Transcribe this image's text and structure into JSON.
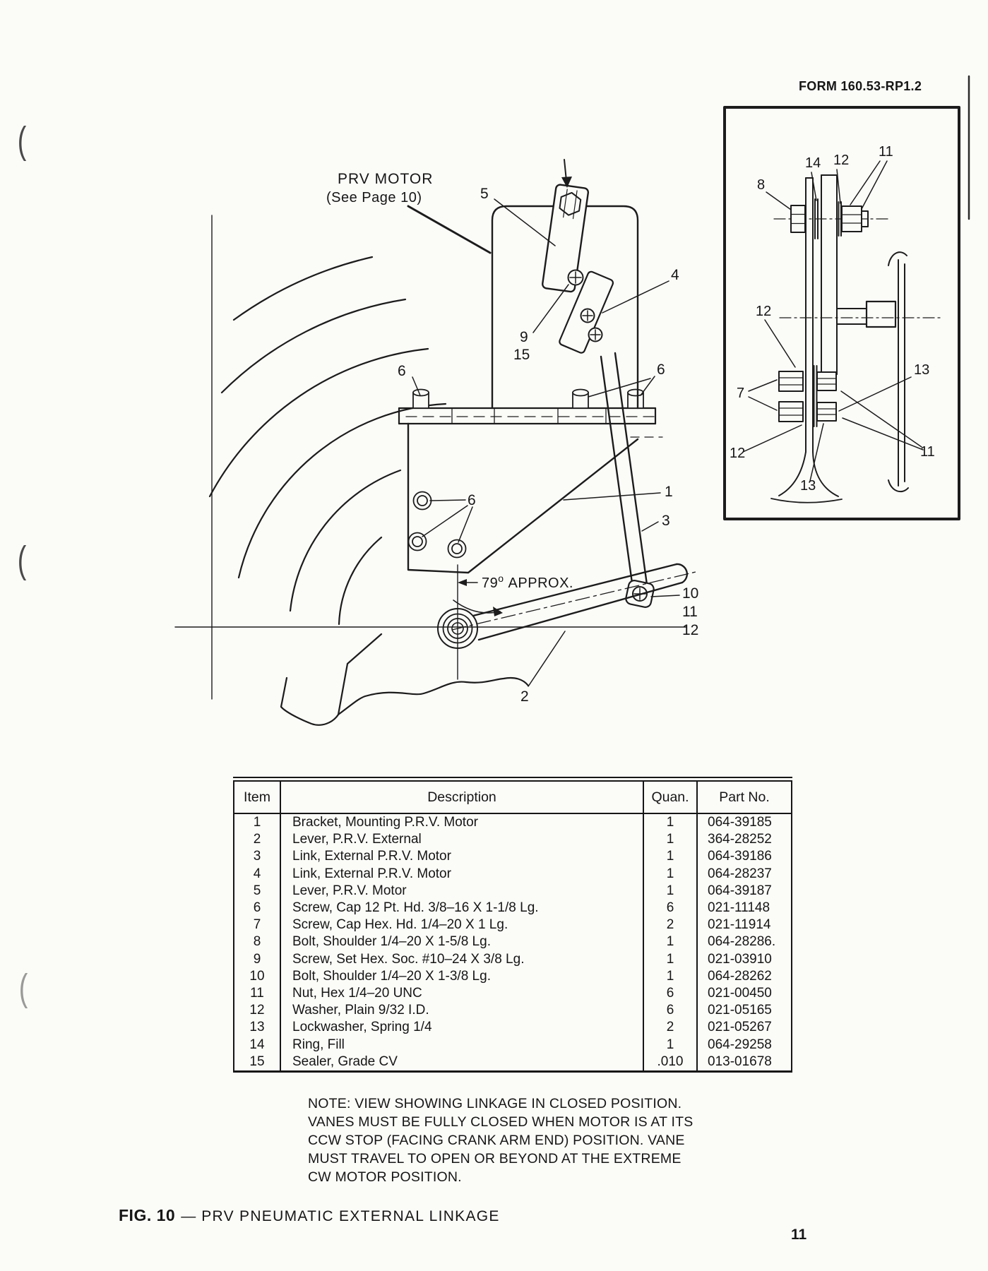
{
  "page": {
    "form_number": "FORM 160.53-RP1.2",
    "page_number": "11"
  },
  "figure": {
    "motor_label_line1": "PRV MOTOR",
    "motor_label_line2": "(See Page 10)",
    "angle": {
      "value": "79",
      "sup": "o",
      "suffix": "APPROX."
    },
    "caption": {
      "prefix": "FIG. 10",
      "dash": "—",
      "title": "PRV PNEUMATIC EXTERNAL LINKAGE"
    },
    "main_callouts": [
      {
        "id": "5",
        "text": "5"
      },
      {
        "id": "4",
        "text": "4"
      },
      {
        "id": "9",
        "text": "9"
      },
      {
        "id": "15",
        "text": "15"
      },
      {
        "id": "6-left",
        "text": "6"
      },
      {
        "id": "6-right",
        "text": "6"
      },
      {
        "id": "6-mid",
        "text": "6"
      },
      {
        "id": "1",
        "text": "1"
      },
      {
        "id": "3",
        "text": "3"
      },
      {
        "id": "10",
        "text": "10"
      },
      {
        "id": "11",
        "text": "11"
      },
      {
        "id": "12",
        "text": "12"
      },
      {
        "id": "2",
        "text": "2"
      }
    ],
    "inset_callouts": [
      {
        "id": "8",
        "text": "8"
      },
      {
        "id": "14",
        "text": "14"
      },
      {
        "id": "12-top",
        "text": "12"
      },
      {
        "id": "11-top",
        "text": "11"
      },
      {
        "id": "12-mid",
        "text": "12"
      },
      {
        "id": "7",
        "text": "7"
      },
      {
        "id": "13-right",
        "text": "13"
      },
      {
        "id": "12-bottom",
        "text": "12"
      },
      {
        "id": "13-bottom",
        "text": "13"
      },
      {
        "id": "11-bottom",
        "text": "11"
      }
    ]
  },
  "table": {
    "headers": [
      "Item",
      "Description",
      "Quan.",
      "Part No."
    ],
    "rows": [
      {
        "item": "1",
        "description": "Bracket, Mounting P.R.V. Motor",
        "quan": "1",
        "part_no": "064-39185"
      },
      {
        "item": "2",
        "description": "Lever, P.R.V. External",
        "quan": "1",
        "part_no": "364-28252"
      },
      {
        "item": "3",
        "description": "Link, External P.R.V. Motor",
        "quan": "1",
        "part_no": "064-39186"
      },
      {
        "item": "4",
        "description": "Link, External P.R.V. Motor",
        "quan": "1",
        "part_no": "064-28237"
      },
      {
        "item": "5",
        "description": "Lever, P.R.V. Motor",
        "quan": "1",
        "part_no": "064-39187"
      },
      {
        "item": "6",
        "description": "Screw, Cap 12 Pt. Hd. 3/8–16 X 1-1/8 Lg.",
        "quan": "6",
        "part_no": "021-11148"
      },
      {
        "item": "7",
        "description": "Screw, Cap Hex. Hd. 1/4–20 X 1 Lg.",
        "quan": "2",
        "part_no": "021-11914"
      },
      {
        "item": "8",
        "description": "Bolt, Shoulder 1/4–20 X 1-5/8 Lg.",
        "quan": "1",
        "part_no": "064-28286."
      },
      {
        "item": "9",
        "description": "Screw, Set Hex. Soc. #10–24 X 3/8 Lg.",
        "quan": "1",
        "part_no": "021-03910"
      },
      {
        "item": "10",
        "description": "Bolt, Shoulder 1/4–20 X 1-3/8 Lg.",
        "quan": "1",
        "part_no": "064-28262"
      },
      {
        "item": "11",
        "description": "Nut, Hex 1/4–20 UNC",
        "quan": "6",
        "part_no": "021-00450"
      },
      {
        "item": "12",
        "description": "Washer, Plain 9/32 I.D.",
        "quan": "6",
        "part_no": "021-05165"
      },
      {
        "item": "13",
        "description": "Lockwasher, Spring 1/4",
        "quan": "2",
        "part_no": "021-05267"
      },
      {
        "item": "14",
        "description": "Ring, Fill",
        "quan": "1",
        "part_no": "064-29258"
      },
      {
        "item": "15",
        "description": "Sealer, Grade CV",
        "quan": ".010",
        "part_no": "013-01678"
      }
    ]
  },
  "note": {
    "lines": [
      "NOTE: VIEW SHOWING LINKAGE IN CLOSED POSITION.",
      "VANES MUST BE FULLY CLOSED WHEN MOTOR IS AT ITS",
      "CCW STOP (FACING CRANK ARM END) POSITION. VANE",
      "MUST TRAVEL TO OPEN OR BEYOND AT THE EXTREME",
      "CW MOTOR POSITION."
    ]
  }
}
